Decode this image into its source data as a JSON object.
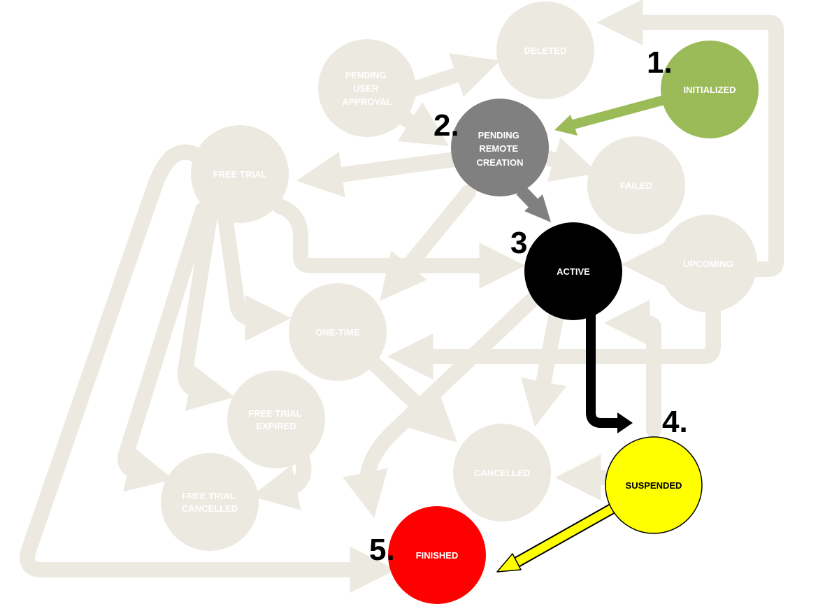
{
  "colors": {
    "faint": "#ebe9e0",
    "initialized": "#9bbb59",
    "pending_remote": "#808080",
    "active": "#000000",
    "suspended": "#ffff00",
    "finished": "#ff0000"
  },
  "states": {
    "deleted": [
      "DELETED"
    ],
    "pending_user_approval": [
      "PENDING",
      "USER",
      "APPROVAL"
    ],
    "initialized": [
      "INITIALIZED"
    ],
    "pending_remote_creation": [
      "PENDING",
      "REMOTE",
      "CREATION"
    ],
    "free_trial": [
      "FREE TRIAL"
    ],
    "failed": [
      "FAILED"
    ],
    "active": [
      "ACTIVE"
    ],
    "upcoming": [
      "UPCOMING"
    ],
    "one_time": [
      "ONE-TIME"
    ],
    "free_trial_expired": [
      "FREE TRIAL",
      "EXPIRED"
    ],
    "cancelled": [
      "CANCELLED"
    ],
    "suspended": [
      "SUSPENDED"
    ],
    "free_trial_cancelled": [
      "FREE TRIAL",
      "CANCELLED"
    ],
    "finished": [
      "FINISHED"
    ]
  },
  "steps": [
    "1.",
    "2.",
    "3.",
    "4.",
    "5."
  ]
}
